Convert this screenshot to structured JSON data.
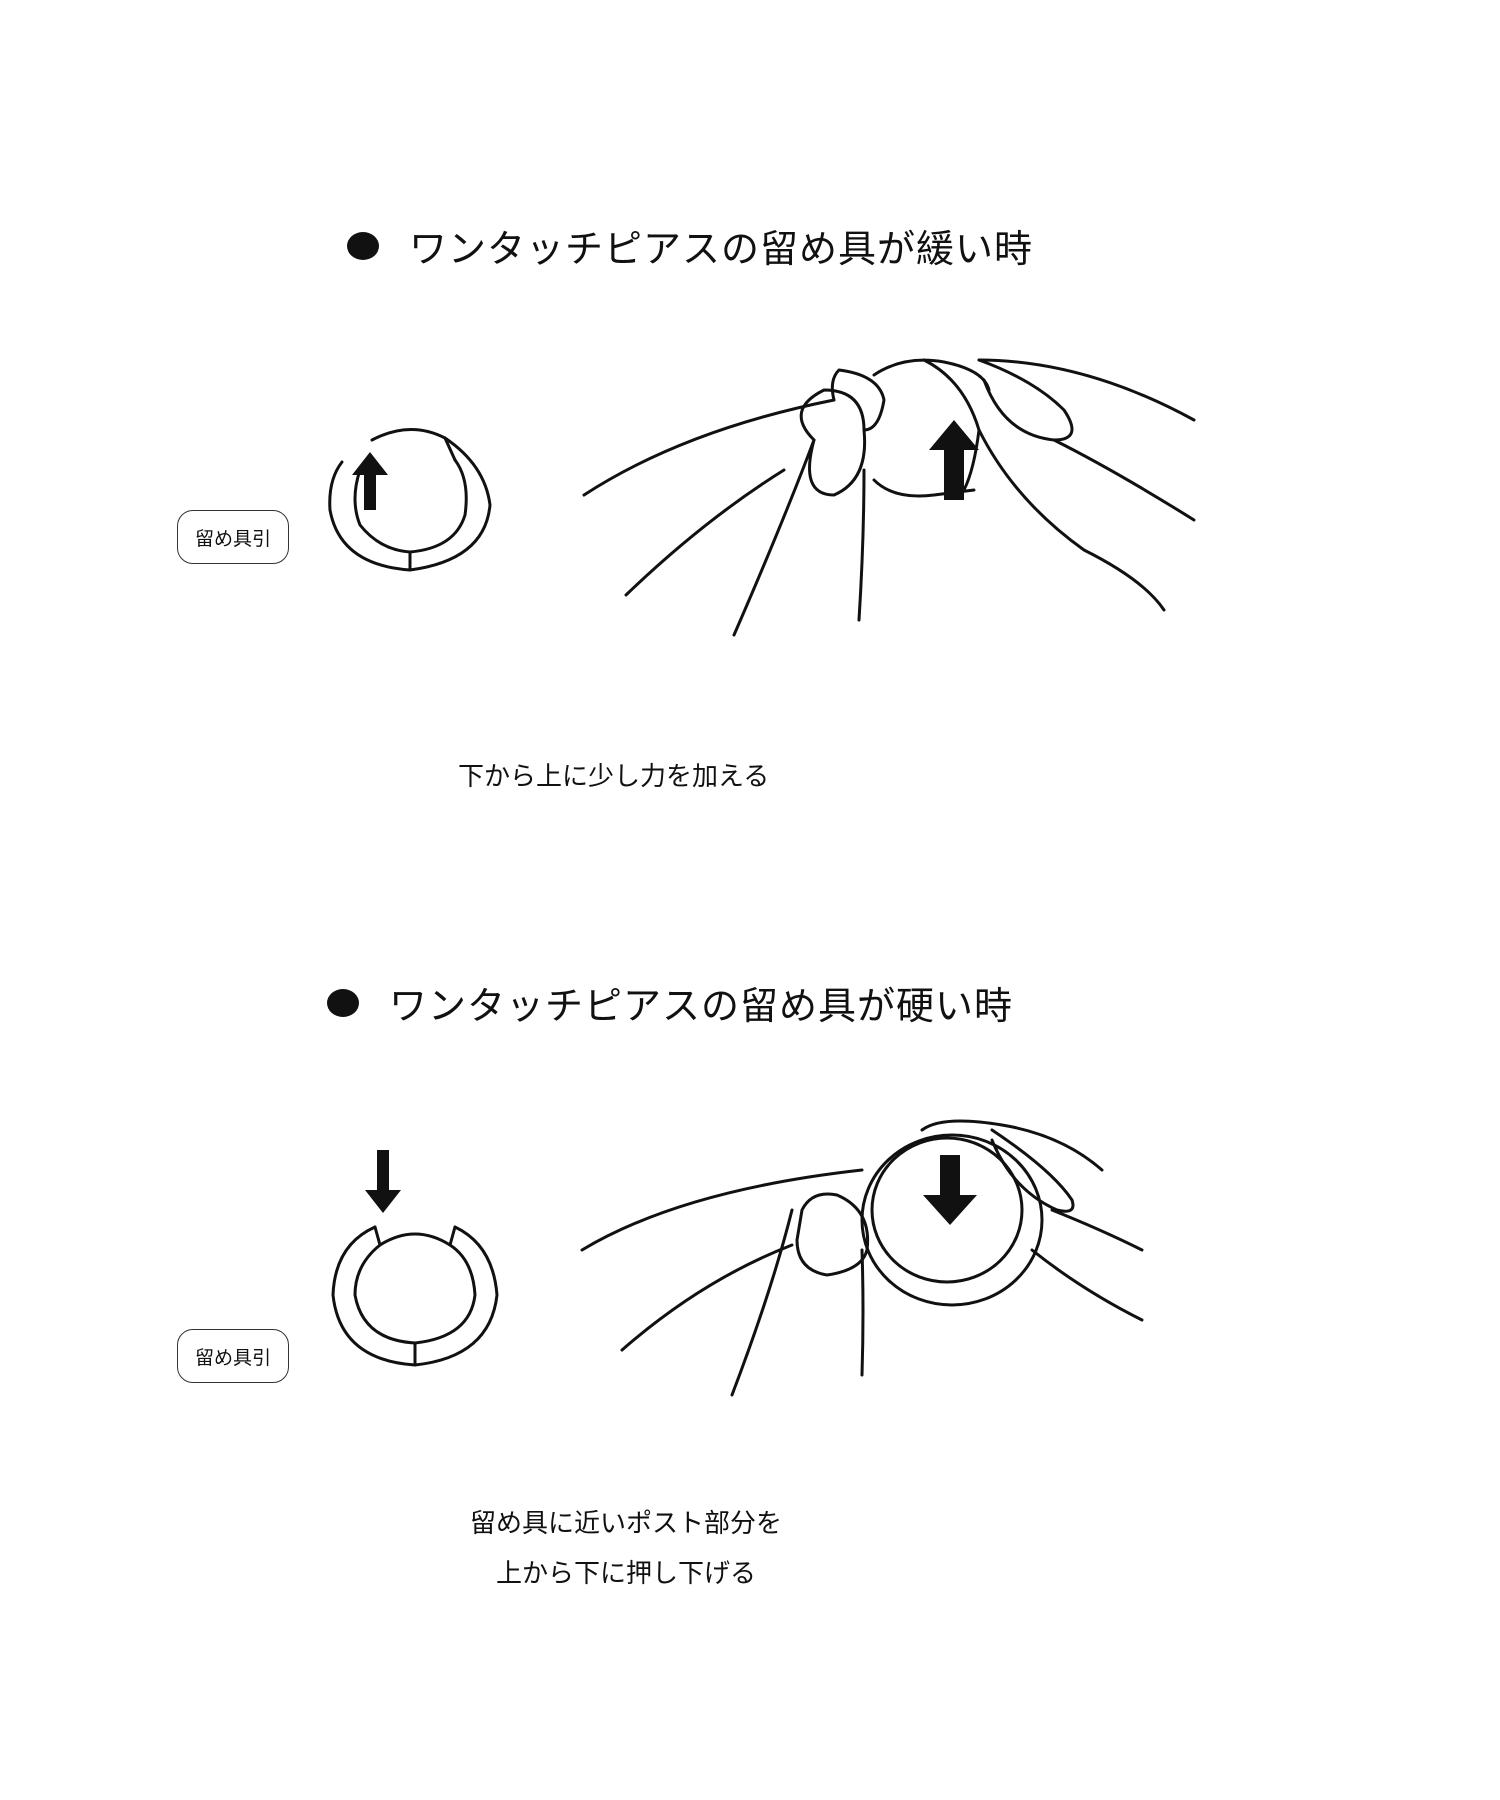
{
  "sections": [
    {
      "heading": "ワンタッチピアスの留め具が緩い時",
      "label": "留め具引",
      "caption_lines": [
        "下から上に少し力を加える"
      ],
      "arrow_direction": "up"
    },
    {
      "heading": "ワンタッチピアスの留め具が硬い時",
      "label": "留め具引",
      "caption_lines": [
        "留め具に近いポスト部分を",
        "上から下に押し下げる"
      ],
      "arrow_direction": "down"
    }
  ]
}
